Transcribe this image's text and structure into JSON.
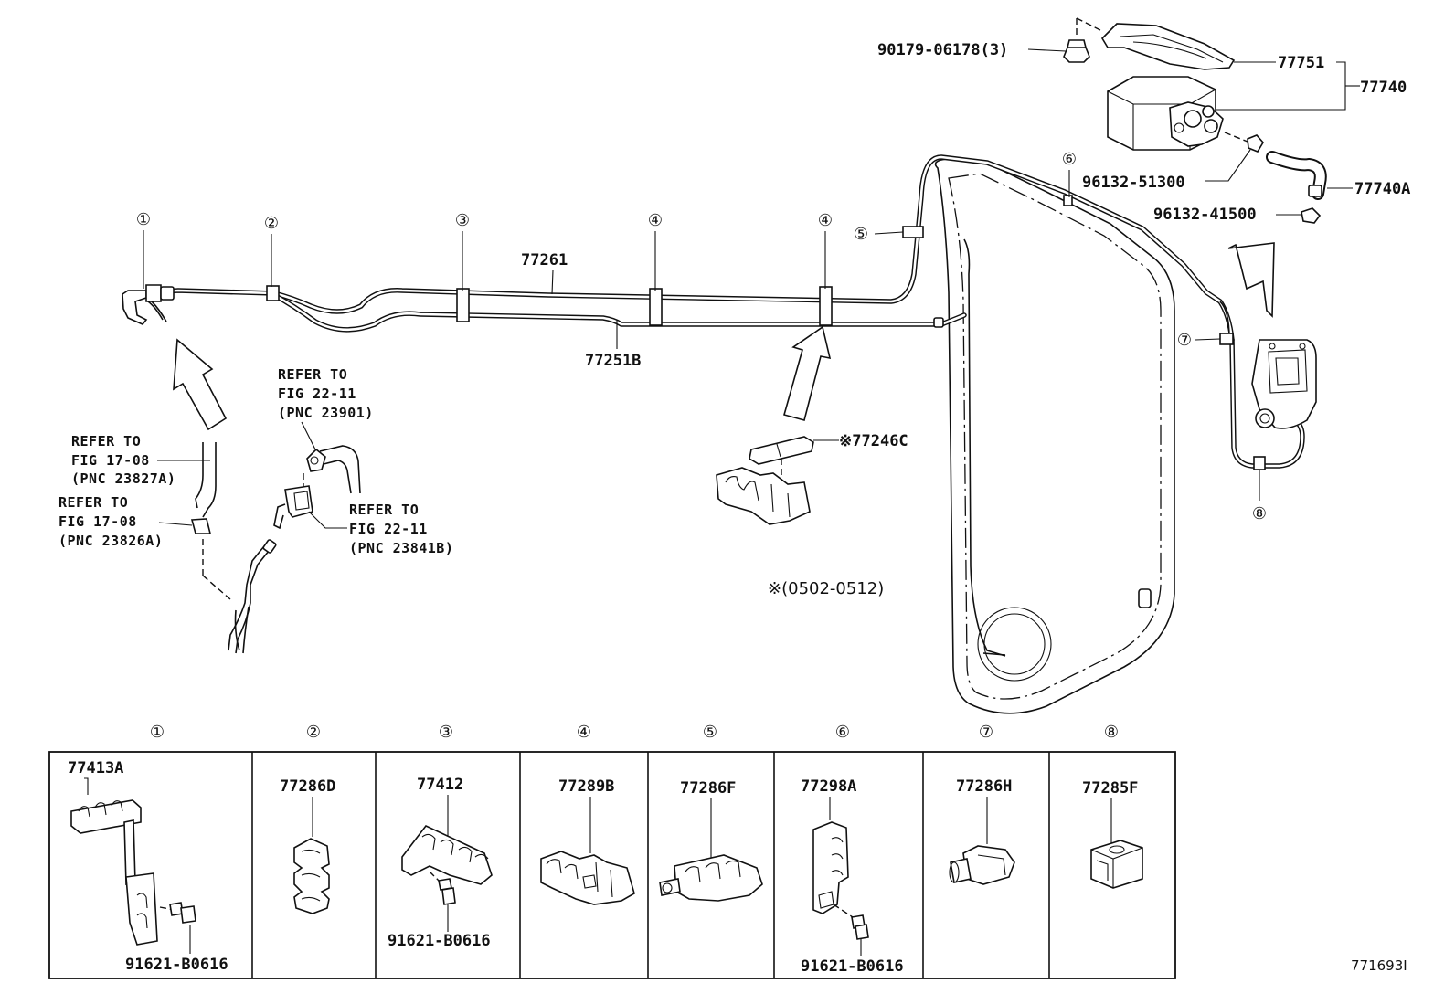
{
  "labels": {
    "nut": "90179-06178(3)",
    "bracket": "77751",
    "canister": "77740",
    "clamp_a": "96132-51300",
    "hose": "77740A",
    "clamp_b": "96132-41500",
    "tube_main": "77261",
    "tube_b": "77251B",
    "tube_c": "77246C",
    "note_range": "(0502-0512)"
  },
  "refer_notes": [
    {
      "line1": "REFER TO",
      "line2": "FIG 22-11",
      "line3": "(PNC 23901)"
    },
    {
      "line1": "REFER TO",
      "line2": "FIG 17-08",
      "line3": "(PNC 23827A)"
    },
    {
      "line1": "REFER TO",
      "line2": "FIG 17-08",
      "line3": "(PNC 23826A)"
    },
    {
      "line1": "REFER TO",
      "line2": "FIG 22-11",
      "line3": "(PNC 23841B)"
    }
  ],
  "callouts": [
    "①",
    "②",
    "③",
    "④",
    "⑤",
    "⑥",
    "⑦",
    "⑧"
  ],
  "asterisk": "※",
  "parts_table": [
    {
      "num": "①",
      "part": "77413A",
      "bolt": "91621-B0616"
    },
    {
      "num": "②",
      "part": "77286D",
      "bolt": ""
    },
    {
      "num": "③",
      "part": "77412",
      "bolt": "91621-B0616"
    },
    {
      "num": "④",
      "part": "77289B",
      "bolt": ""
    },
    {
      "num": "⑤",
      "part": "77286F",
      "bolt": ""
    },
    {
      "num": "⑥",
      "part": "77298A",
      "bolt": "91621-B0616"
    },
    {
      "num": "⑦",
      "part": "77286H",
      "bolt": ""
    },
    {
      "num": "⑧",
      "part": "77285F",
      "bolt": ""
    }
  ],
  "figure_id": "771693I"
}
